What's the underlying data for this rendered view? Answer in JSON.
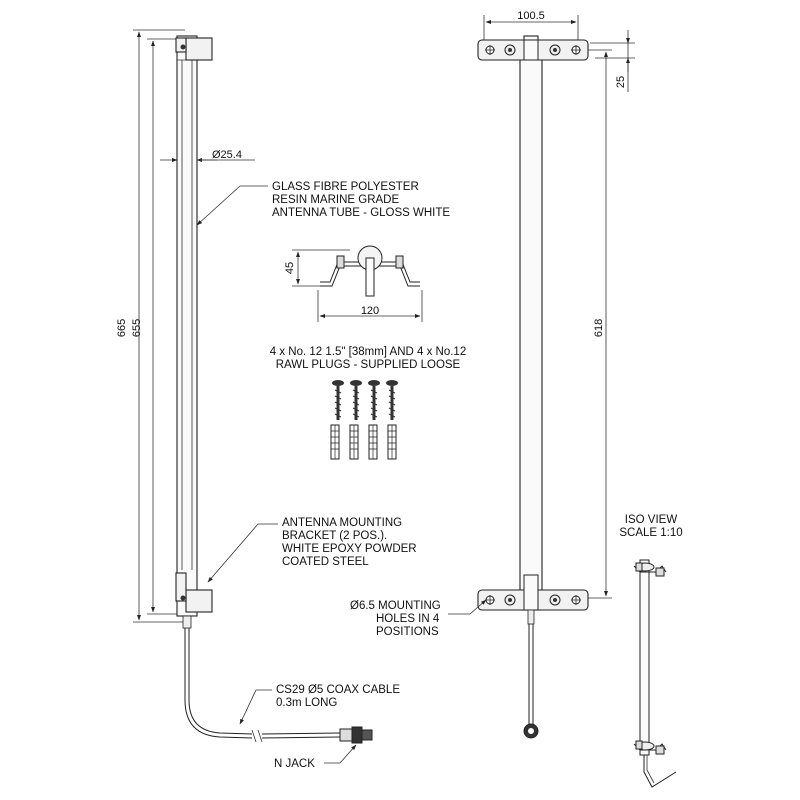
{
  "colors": {
    "line": "#222222",
    "background": "#ffffff"
  },
  "dimensions": {
    "overall_length": "665",
    "tube_length": "655",
    "tube_diameter": "Ø25.4",
    "bracket_height": "45",
    "bracket_width": "120",
    "hole_spacing_width": "100.5",
    "hole_offset": "25",
    "hole_centres": "618"
  },
  "notes": {
    "tube": [
      "GLASS FIBRE POLYESTER",
      "RESIN MARINE GRADE",
      "ANTENNA TUBE - GLOSS WHITE"
    ],
    "screws": [
      "4 x No. 12 1.5\" [38mm] AND 4 x No.12",
      "RAWL PLUGS - SUPPLIED LOOSE"
    ],
    "bracket": [
      "ANTENNA MOUNTING",
      "BRACKET (2 POS.).",
      "WHITE EPOXY POWDER",
      "COATED STEEL"
    ],
    "holes": [
      "Ø6.5 MOUNTING",
      "HOLES IN 4",
      "POSITIONS"
    ],
    "cable": [
      "CS29  Ø5 COAX CABLE",
      "0.3m LONG"
    ],
    "connector": "N JACK",
    "iso": [
      "ISO VIEW",
      "SCALE 1:10"
    ]
  }
}
